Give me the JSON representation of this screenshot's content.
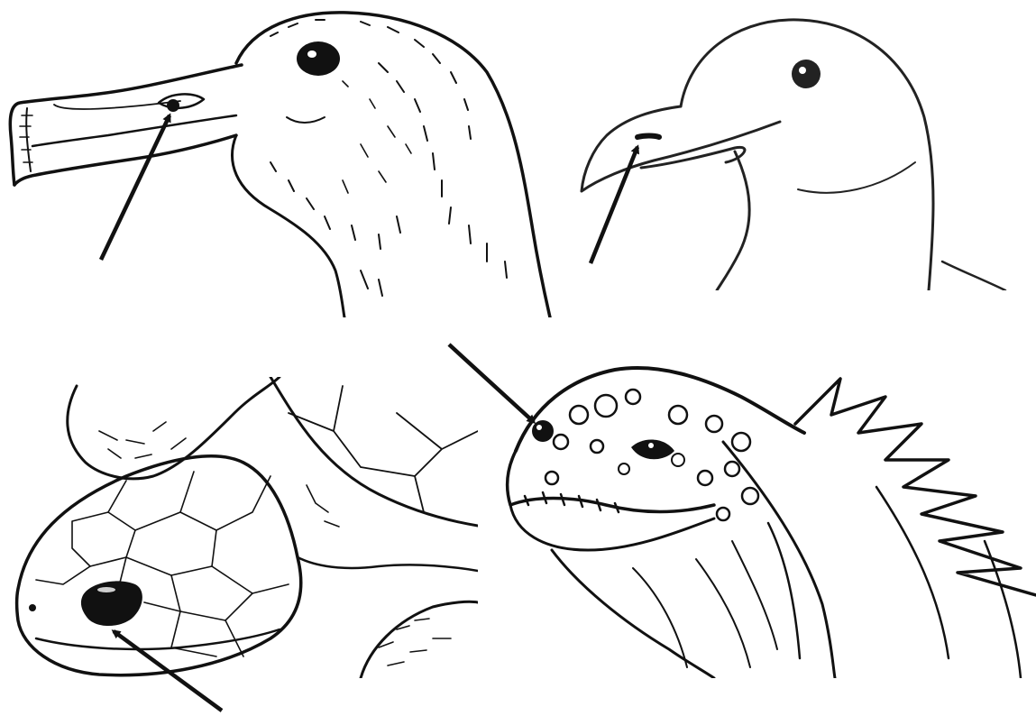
{
  "figure": {
    "panels": [
      {
        "id": "albatross",
        "subject": "albatross-head",
        "pointer": "nostril-tube"
      },
      {
        "id": "gull",
        "subject": "gull-head",
        "pointer": "nostril"
      },
      {
        "id": "turtle",
        "subject": "sea-turtle-head",
        "pointer": "eye"
      },
      {
        "id": "iguana",
        "subject": "marine-iguana-head",
        "pointer": "nasal-gland-opening"
      }
    ],
    "colors": {
      "ink": "#111111",
      "paper": "#ffffff"
    }
  }
}
